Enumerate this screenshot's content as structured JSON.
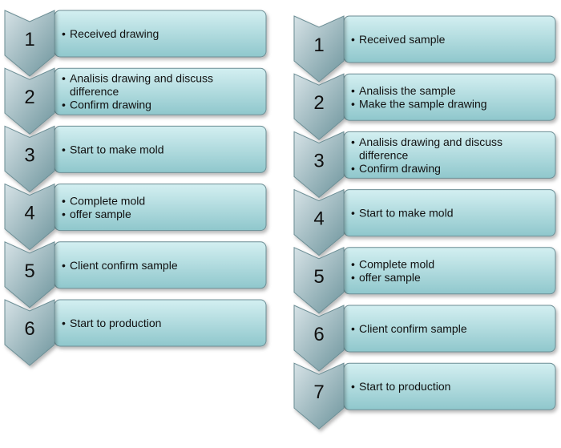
{
  "colors": {
    "box_light": "#d3eff1",
    "box_dark": "#8fc7cc",
    "chevron_light": "#d6e2e6",
    "chevron_dark": "#6e959d",
    "stroke": "#6c8e95",
    "text": "#111111"
  },
  "flows": [
    {
      "steps": [
        {
          "number": "1",
          "bullets": [
            "Received drawing"
          ]
        },
        {
          "number": "2",
          "bullets": [
            "Analisis drawing and discuss difference",
            "Confirm drawing"
          ]
        },
        {
          "number": "3",
          "bullets": [
            "Start to make mold"
          ]
        },
        {
          "number": "4",
          "bullets": [
            "Complete mold",
            "offer sample"
          ]
        },
        {
          "number": "5",
          "bullets": [
            "Client confirm sample"
          ]
        },
        {
          "number": "6",
          "bullets": [
            "Start to production"
          ]
        }
      ]
    },
    {
      "steps": [
        {
          "number": "1",
          "bullets": [
            "Received sample"
          ]
        },
        {
          "number": "2",
          "bullets": [
            "Analisis the sample",
            "Make the sample drawing"
          ]
        },
        {
          "number": "3",
          "bullets": [
            "Analisis drawing and discuss difference",
            "Confirm drawing"
          ]
        },
        {
          "number": "4",
          "bullets": [
            "Start to make mold"
          ]
        },
        {
          "number": "5",
          "bullets": [
            "Complete mold",
            "offer sample"
          ]
        },
        {
          "number": "6",
          "bullets": [
            "Client confirm sample"
          ]
        },
        {
          "number": "7",
          "bullets": [
            "Start to production"
          ]
        }
      ]
    }
  ]
}
